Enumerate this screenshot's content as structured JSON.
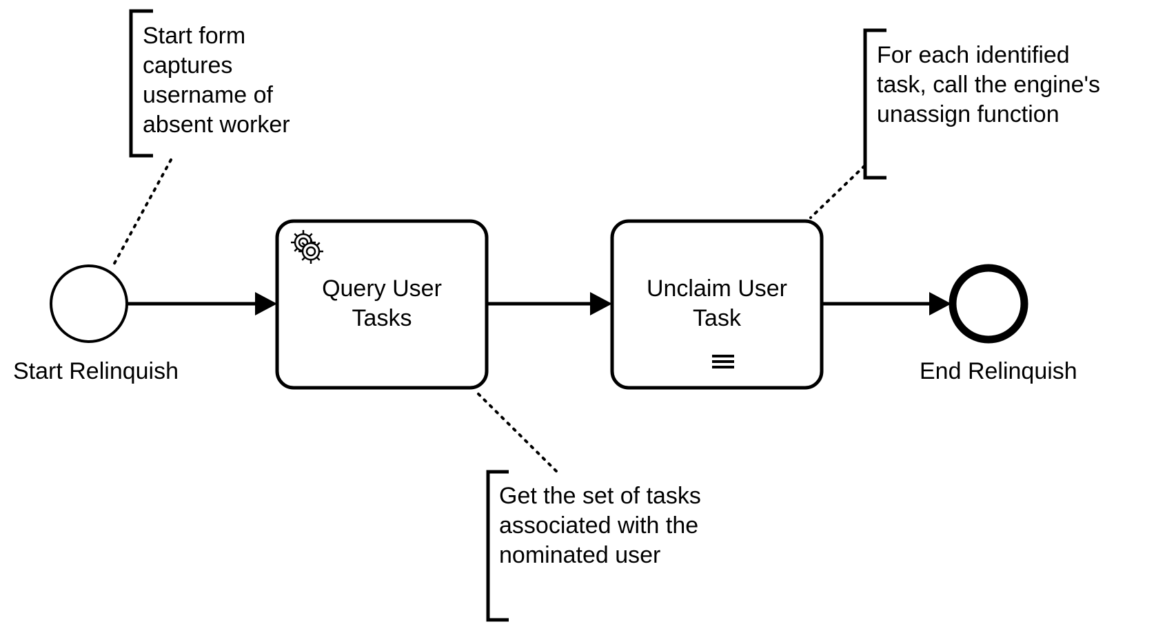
{
  "diagram": {
    "colors": {
      "stroke": "#000000",
      "fill": "#ffffff",
      "text": "#000000"
    },
    "start_event": {
      "label": "Start Relinquish"
    },
    "end_event": {
      "label": "End Relinquish"
    },
    "tasks": [
      {
        "id": "query",
        "lines": [
          "Query User",
          "Tasks"
        ],
        "icon": "service-task-gear-icon"
      },
      {
        "id": "unclaim",
        "lines": [
          "Unclaim User",
          "Task"
        ],
        "marker": "multi-instance-sequential-icon"
      }
    ],
    "annotations": {
      "start": {
        "lines": [
          "Start form",
          "captures",
          "username of",
          "absent worker"
        ]
      },
      "query": {
        "lines": [
          "Get the set of tasks",
          "associated with the",
          "nominated user"
        ]
      },
      "unclaim": {
        "lines": [
          "For each identified",
          "task, call the engine's",
          "unassign function"
        ]
      }
    }
  }
}
